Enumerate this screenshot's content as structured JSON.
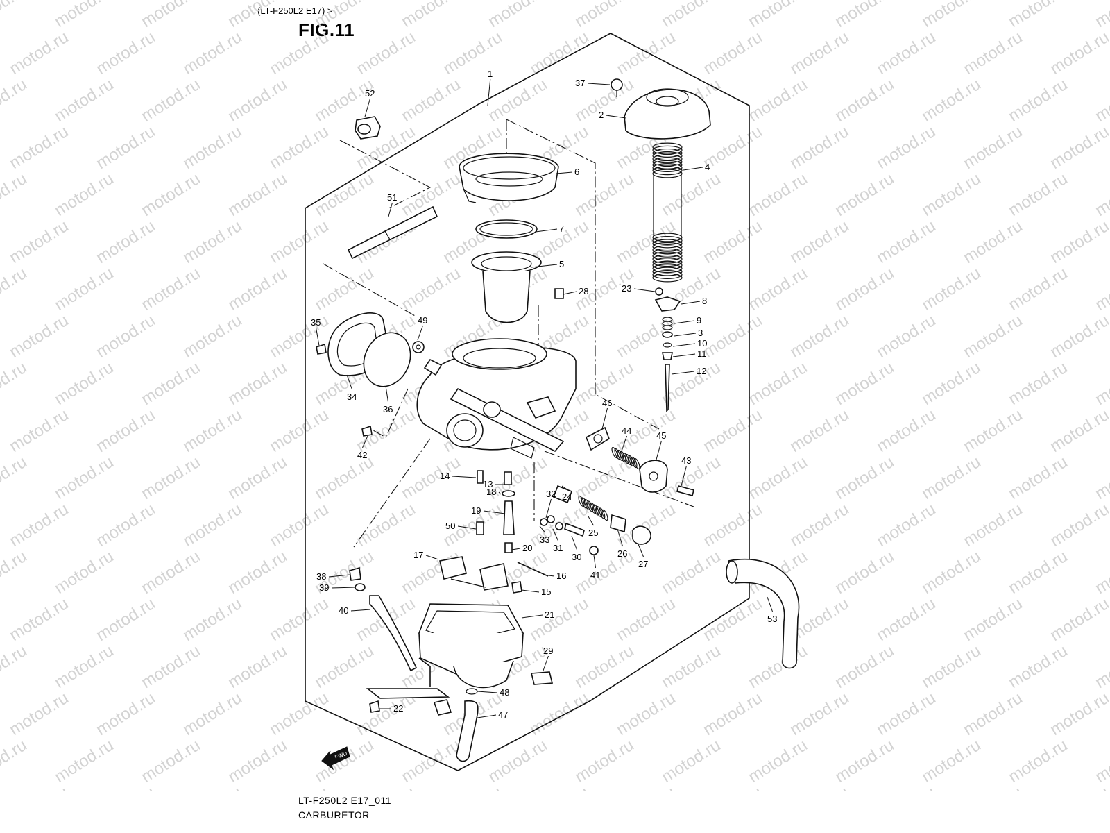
{
  "header": {
    "model_code": "(LT-F250L2 E17) >",
    "figure": "FIG.11"
  },
  "footer": {
    "drawing_code": "LT-F250L2 E17_011",
    "title": "CARBURETOR"
  },
  "watermark": "motod.ru",
  "fwd_badge": "FWD",
  "callouts": [
    "1",
    "2",
    "3",
    "4",
    "5",
    "6",
    "7",
    "8",
    "9",
    "10",
    "11",
    "12",
    "13",
    "14",
    "16",
    "15",
    "17",
    "18",
    "19",
    "20",
    "21",
    "22",
    "23",
    "24",
    "25",
    "26",
    "27",
    "28",
    "29",
    "30",
    "31",
    "32",
    "33",
    "34",
    "35",
    "36",
    "37",
    "38",
    "39",
    "40",
    "41",
    "42",
    "43",
    "44",
    "45",
    "46",
    "47",
    "48",
    "49",
    "50",
    "51",
    "52",
    "53"
  ]
}
